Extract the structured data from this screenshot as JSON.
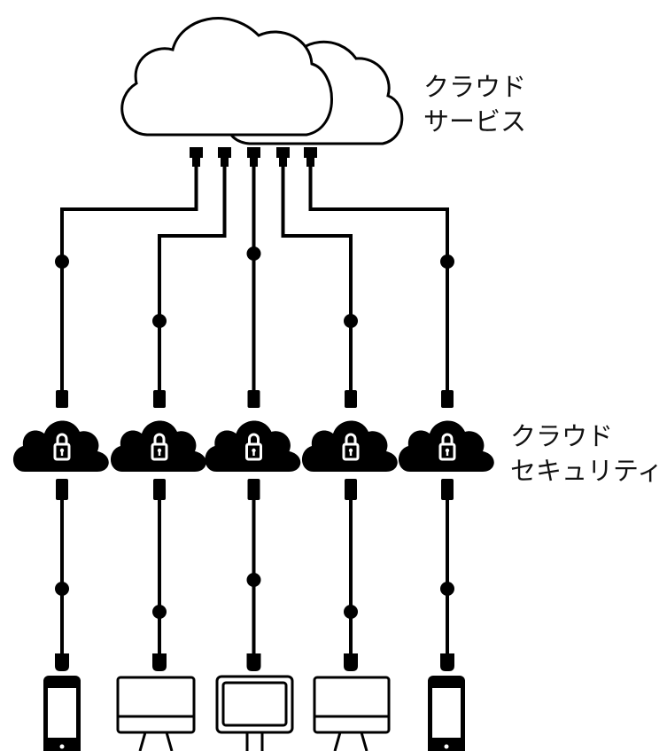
{
  "labels": {
    "cloud_service": [
      "クラウド",
      "サービス"
    ],
    "cloud_security": [
      "クラウド",
      "セキュリティ"
    ]
  },
  "devices": [
    {
      "type": "phone-icon"
    },
    {
      "type": "desktop-monitor-icon"
    },
    {
      "type": "laptop-monitor-icon"
    },
    {
      "type": "desktop-monitor-icon"
    },
    {
      "type": "phone-icon"
    }
  ],
  "colors": {
    "line": "#000000",
    "background": "#ffffff"
  }
}
